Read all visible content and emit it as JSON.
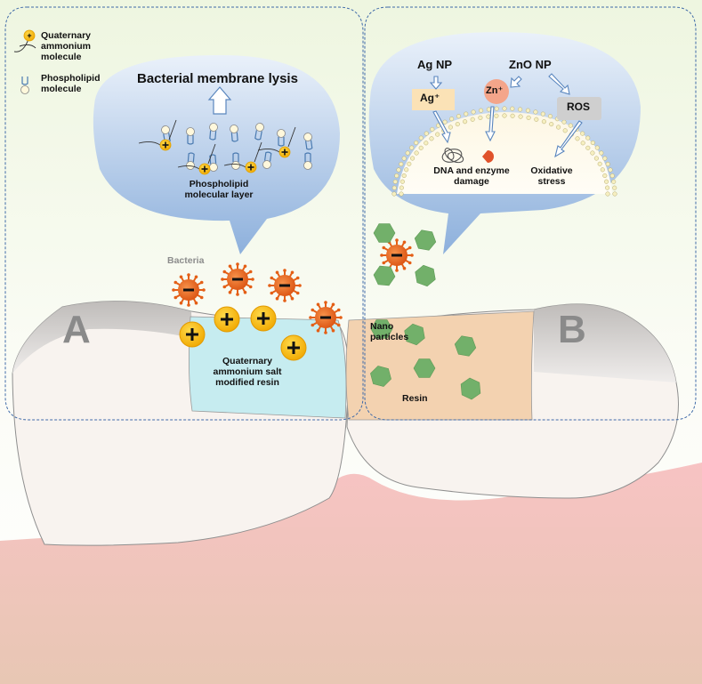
{
  "legend": {
    "quaternary_label": "Quaternary\nammonium\nmolecule",
    "phospholipid_label": "Phospholipid\nmolecule"
  },
  "panel_a": {
    "letter": "A",
    "title": "Bacterial membrane lysis",
    "layer_label": "Phospholipid\nmolecular layer",
    "bacteria_label": "Bacteria",
    "resin_label": "Quaternary\nammonium salt\nmodified resin"
  },
  "panel_b": {
    "letter": "B",
    "ag_np": "Ag NP",
    "zno_np": "ZnO NP",
    "ag_ion": "Ag⁺",
    "zn_ion": "Zn⁺",
    "ros": "ROS",
    "dna_damage": "DNA and enzyme\ndamage",
    "oxidative": "Oxidative\nstress",
    "nano_label": "Nano\nparticles",
    "resin_label": "Resin"
  },
  "colors": {
    "bg_top": "#e9f4d8",
    "tooth": "#f7f2ee",
    "gum_top": "#f9c9c9",
    "gum_bottom": "#e9c9b6",
    "bubble_top": "#dfeaf6",
    "bubble_bottom": "#8fb1dc",
    "bacteria": "#e9641c",
    "charge": "#f5b800",
    "hexagon": "#6fad67",
    "resin_a": "#bde9ee",
    "resin_b": "#f2cfaa",
    "enamel": "#c8c6c4"
  }
}
